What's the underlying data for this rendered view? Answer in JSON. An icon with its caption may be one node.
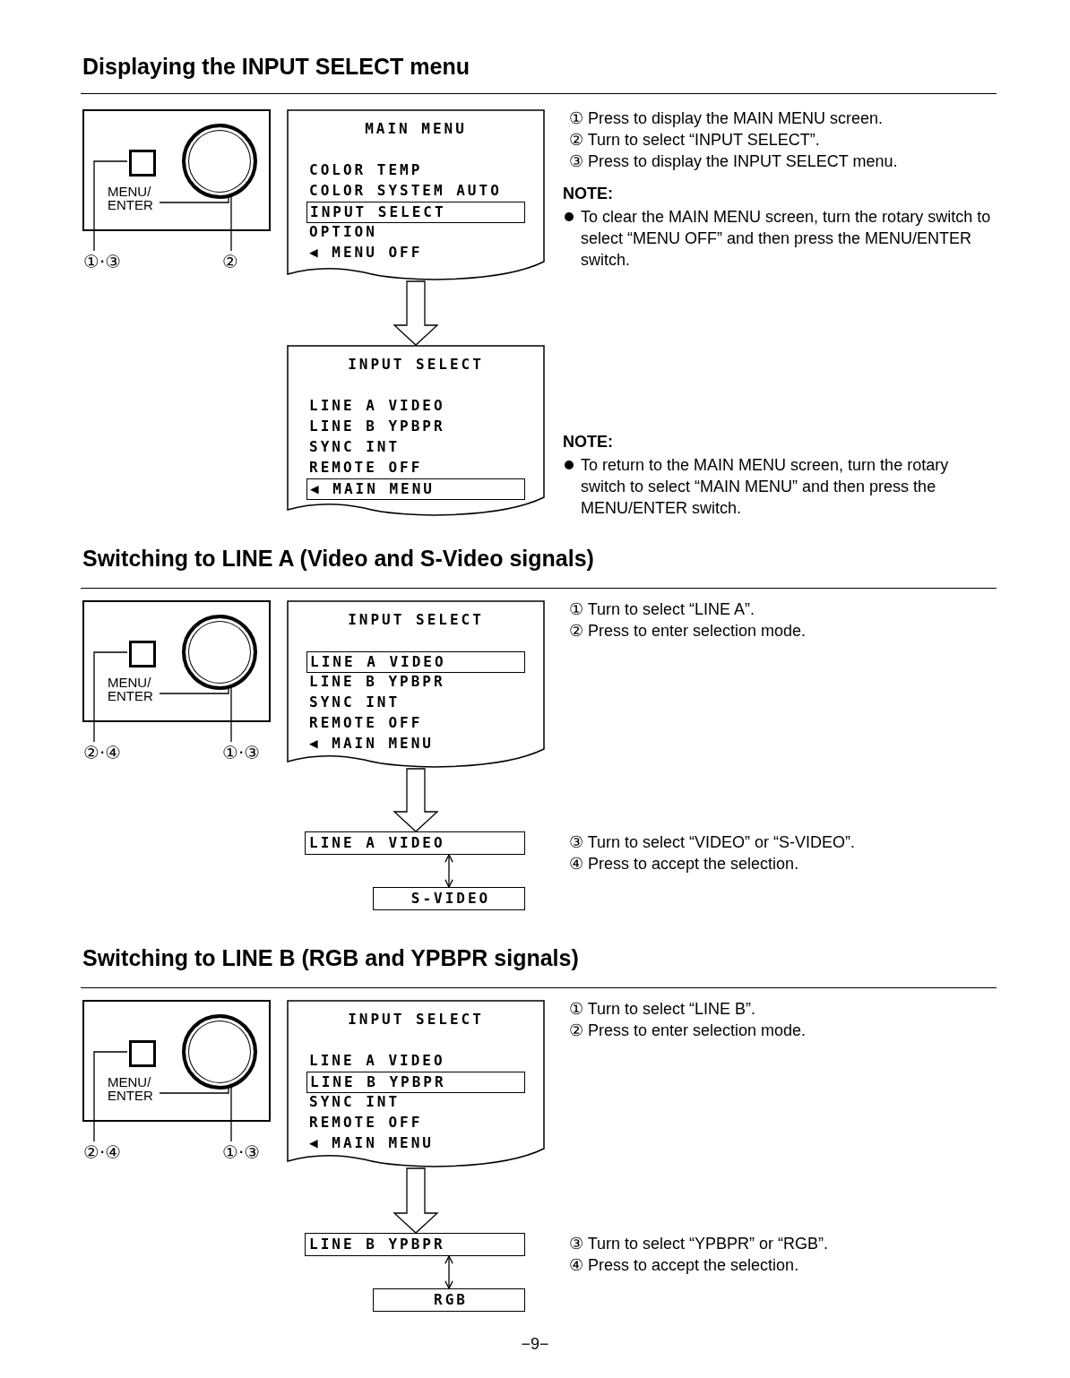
{
  "diagram": {
    "nodes": [
      {
        "text": [],
        "shape": "box"
      },
      {
        "text": [
          "MENU/ ENTER"
        ],
        "in": 0
      },
      {
        "text": [],
        "shape": "box",
        "in": 0
      },
      {
        "text": [],
        "shape": "circle",
        "in": 0
      },
      {
        "text": [
          "①·③"
        ]
      },
      {
        "text": [
          "②"
        ]
      },
      {
        "text": [
          "MAIN MENU",
          "COLOR TEMP",
          "COLOR SYSTEM AUTO",
          "OPTION",
          "◀ MENU OFF"
        ]
      },
      {
        "text": [
          "INPUT SELECT"
        ],
        "in": 6
      },
      {
        "text": [
          "INPUT SELECT",
          "LINE A VIDEO",
          "LINE B YPBPR",
          "SYNC INT",
          "REMOTE OFF"
        ]
      },
      {
        "text": [
          "◀ MAIN MENU"
        ],
        "in": 8
      },
      {
        "text": [],
        "shape": "box"
      },
      {
        "text": [
          "MENU/ ENTER"
        ],
        "in": 10
      },
      {
        "text": [],
        "shape": "box",
        "in": 10
      },
      {
        "text": [],
        "shape": "circle",
        "in": 10
      },
      {
        "text": [
          "②·④"
        ]
      },
      {
        "text": [
          "①·③"
        ]
      },
      {
        "text": [
          "INPUT SELECT",
          "LINE B YPBPR",
          "SYNC INT",
          "REMOTE OFF",
          "◀ MAIN MENU"
        ]
      },
      {
        "text": [
          "LINE A VIDEO"
        ],
        "in": 16
      },
      {
        "text": [
          "LINE A VIDEO"
        ]
      },
      {
        "text": [
          "S-VIDEO"
        ]
      },
      {
        "text": [],
        "shape": "box"
      },
      {
        "text": [
          "MENU/ ENTER"
        ],
        "in": 20
      },
      {
        "text": [],
        "shape": "box",
        "in": 20
      },
      {
        "text": [],
        "shape": "circle",
        "in": 20
      },
      {
        "text": [
          "②·④"
        ]
      },
      {
        "text": [
          "①·③"
        ]
      },
      {
        "text": [
          "INPUT SELECT",
          "LINE A VIDEO",
          "SYNC INT",
          "REMOTE OFF",
          "◀ MAIN MENU"
        ]
      },
      {
        "text": [
          "LINE B YPBPR"
        ],
        "in": 26
      },
      {
        "text": [
          "LINE B YPBPR"
        ]
      },
      {
        "text": [
          "RGB"
        ]
      }
    ],
    "edges": [
      {
        "from": 4,
        "to": 2,
        "arrow": "none"
      },
      {
        "from": 5,
        "to": 3,
        "arrow": "none"
      },
      {
        "from": 1,
        "to": 3,
        "arrow": "none"
      },
      {
        "from": 6,
        "to": 8,
        "arrow": "to"
      },
      {
        "from": 14,
        "to": 12,
        "arrow": "none"
      },
      {
        "from": 15,
        "to": 13,
        "arrow": "none"
      },
      {
        "from": 11,
        "to": 13,
        "arrow": "none"
      },
      {
        "from": 16,
        "to": 18,
        "arrow": "to"
      },
      {
        "from": 18,
        "to": 19,
        "arrow": "both"
      },
      {
        "from": 24,
        "to": 22,
        "arrow": "none"
      },
      {
        "from": 25,
        "to": 23,
        "arrow": "none"
      },
      {
        "from": 21,
        "to": 23,
        "arrow": "none"
      },
      {
        "from": 26,
        "to": 28,
        "arrow": "to"
      },
      {
        "from": 28,
        "to": 29,
        "arrow": "both"
      }
    ],
    "labels": [
      "Displaying the INPUT SELECT menu",
      "① Press to display the MAIN MENU screen.",
      "② Turn to select “INPUT SELECT”.",
      "③ Press to display the INPUT SELECT menu.",
      "NOTE:",
      "To clear the MAIN MENU screen, turn the rotary switch to select “MENU OFF” and then press the MENU/ENTER switch.",
      "NOTE:",
      "To return to the MAIN MENU screen, turn the rotary switch to select “MAIN MENU” and then press the MENU/ENTER switch.",
      "Switching to LINE A (Video and S-Video signals)",
      "① Turn to select “LINE A”.",
      "② Press to enter selection mode.",
      "③ Turn to select “VIDEO” or “S-VIDEO”.",
      "④ Press to accept the selection.",
      "Switching to LINE B (RGB and YPBPR signals)",
      "① Turn to select “LINE B”.",
      "② Press to enter selection mode.",
      "③ Turn to select “YPBPR” or “RGB”.",
      "④ Press to accept the selection.",
      "−9−"
    ]
  }
}
